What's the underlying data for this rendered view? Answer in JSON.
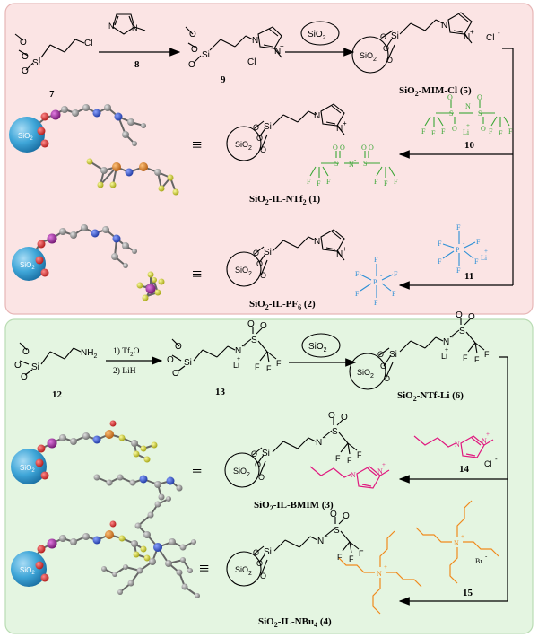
{
  "colors": {
    "panel_top_fill": "#fbe4e4",
    "panel_top_stroke": "#e7b6b6",
    "panel_bottom_fill": "#e4f5e1",
    "panel_bottom_stroke": "#b9dcb3",
    "silica": "#3fa6d8",
    "ntf2_green": "#3aa635",
    "pf6_blue": "#2b8fd6",
    "bmim_magenta": "#e0187f",
    "nbu4_orange": "#f08a1c",
    "ball_grey": "#8a8a8a",
    "ball_red": "#d42323",
    "ball_purple": "#8e1f8e",
    "ball_blue": "#2b4fc9",
    "ball_orange": "#e07b1a",
    "ball_yellow": "#d9d92a"
  },
  "top": {
    "c7": "7",
    "reagent8": "8",
    "c9": "9",
    "sio2_reagent": "SiO",
    "sio2_reagent_sub": "2",
    "c5": "SiO",
    "c5_sub": "2",
    "c5_rest": "-MIM-Cl (5)",
    "reagent10": "10",
    "reagent11": "11",
    "ntf2_name": "SiO",
    "ntf2_sub": "2",
    "ntf2_rest": "-IL-NTf",
    "ntf2_sub2": "2",
    "ntf2_num": " (1)",
    "pf6_name": "SiO",
    "pf6_sub": "2",
    "pf6_rest": "-IL-PF",
    "pf6_sub2": "6",
    "pf6_num": " (2)"
  },
  "bottom": {
    "c12": "12",
    "step1": "1) Tf",
    "step1_sub": "2",
    "step1_rest": "O",
    "step2": "2) LiH",
    "c13": "13",
    "c6": "SiO",
    "c6_sub": "2",
    "c6_rest": "-NTf-Li (6)",
    "reagent14": "14",
    "reagent15": "15",
    "bmim_name": "SiO",
    "bmim_sub": "2",
    "bmim_rest": "-IL-BMIM (3)",
    "nbu4_name": "SiO",
    "nbu4_sub": "2",
    "nbu4_rest": "-IL-NBu",
    "nbu4_sub2": "4",
    "nbu4_num": " (4)"
  },
  "atoms": {
    "si": "Si",
    "o": "O",
    "n": "N",
    "cl": "Cl",
    "s": "S",
    "f": "F",
    "li": "Li",
    "p": "P",
    "br": "Br",
    "nh2": "NH",
    "nh2_sub": "2",
    "sio2": "SiO",
    "sio2_sub": "2",
    "equiv": "≡",
    "plus": "+",
    "minus": "-"
  }
}
